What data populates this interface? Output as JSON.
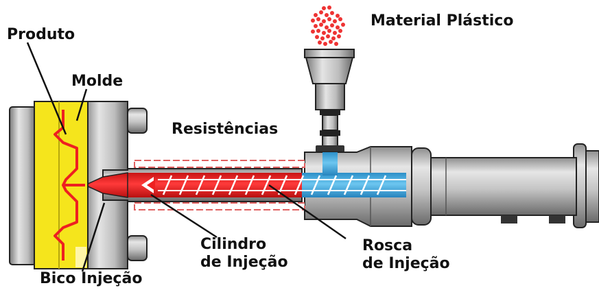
{
  "labels": {
    "material": "Material Plástico",
    "produto": "Produto",
    "molde": "Molde",
    "resistencias": "Resistências",
    "cilindro_line1": "Cilindro",
    "cilindro_line2": "de Injeção",
    "rosca_line1": "Rosca",
    "rosca_line2": "de Injeção",
    "bico": "Bico Injeção"
  },
  "colors": {
    "mold_yellow": "#f5e51c",
    "molten_red": "#ee2020",
    "heater_red": "#f07a7a",
    "cold_blue": "#3aa6dd",
    "steel_light": "#d8d8d8",
    "steel_mid": "#a9a9a9",
    "steel_dark": "#6f6f6f",
    "outline": "#222222"
  }
}
